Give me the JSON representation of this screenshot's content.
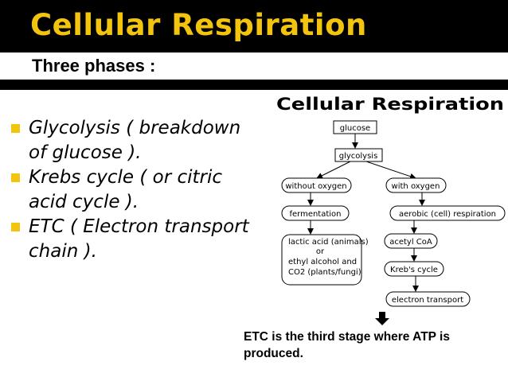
{
  "slide": {
    "title": "Cellular Respiration",
    "subtitle": "Three phases :"
  },
  "bullets": [
    "Glycolysis ( breakdown of glucose ).",
    "Krebs cycle ( or citric acid cycle ).",
    "ETC ( Electron transport chain )."
  ],
  "diagram": {
    "title": "Cellular Respiration",
    "glucose": "glucose",
    "glycolysis": "glycolysis",
    "without_oxygen": "without oxygen",
    "with_oxygen": "with oxygen",
    "fermentation": "fermentation",
    "aerobic": "aerobic (cell) respiration",
    "lactic_line1": "lactic acid (animals)",
    "lactic_line2": "or",
    "lactic_line3": "ethyl alcohol and",
    "lactic_line4": "CO2 (plants/fungi)",
    "acetyl": "acetyl CoA",
    "krebs": "Kreb's cycle",
    "electron_transport": "electron transport"
  },
  "note": "ETC is the third stage where ATP is produced.",
  "colors": {
    "accent": "#f2c40d",
    "background": "#000000"
  }
}
